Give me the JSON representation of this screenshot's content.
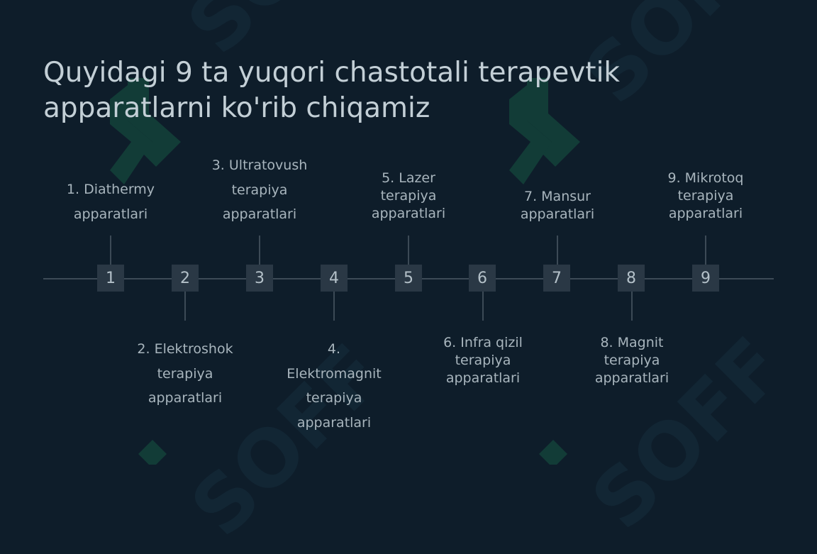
{
  "slide": {
    "title_lines": [
      "Quyidagi 9 ta yuqori chastotali terapevtik",
      "apparatlarni ko'rib chiqamiz"
    ],
    "watermark": "SOFF",
    "colors": {
      "background": "#0e1d2a",
      "watermark": "#123c37",
      "node": "#2a3845",
      "line": "#3c4a56",
      "text": "#a8b5bd"
    }
  },
  "timeline": {
    "steps": [
      {
        "number": "1",
        "label_lines": [
          "1. Diathermy",
          "apparatlari"
        ]
      },
      {
        "number": "2",
        "label_lines": [
          "2. Elektroshok",
          "terapiya",
          "apparatlari"
        ]
      },
      {
        "number": "3",
        "label_lines": [
          "3. Ultratovush",
          "terapiya",
          "apparatlari"
        ]
      },
      {
        "number": "4",
        "label_lines": [
          "4.",
          "Elektromagnit",
          "terapiya",
          "apparatlari"
        ]
      },
      {
        "number": "5",
        "label_lines": [
          "5. Lazer",
          "terapiya",
          "apparatlari"
        ]
      },
      {
        "number": "6",
        "label_lines": [
          "6. Infra qizil",
          "terapiya",
          "apparatlari"
        ]
      },
      {
        "number": "7",
        "label_lines": [
          "7. Mansur",
          "apparatlari"
        ]
      },
      {
        "number": "8",
        "label_lines": [
          "8. Magnit",
          "terapiya",
          "apparatlari"
        ]
      },
      {
        "number": "9",
        "label_lines": [
          "9. Mikrotoq",
          "terapiya",
          "apparatlari"
        ]
      }
    ]
  }
}
